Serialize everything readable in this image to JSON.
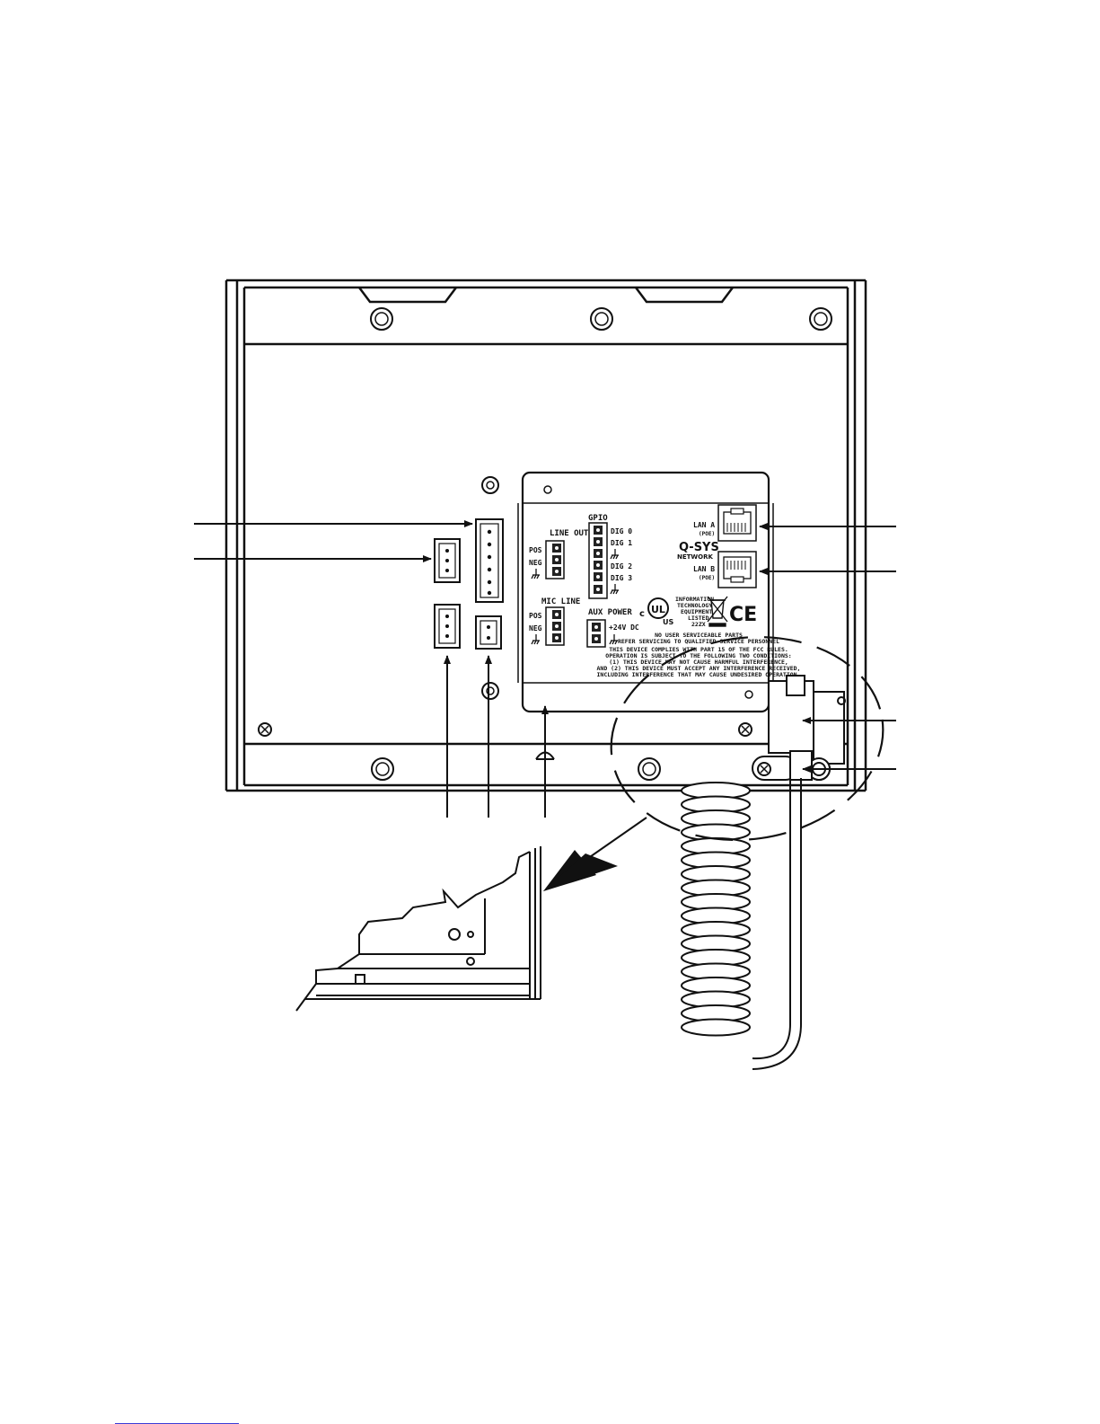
{
  "panel": {
    "line_out": "LINE OUT",
    "line_out_pins": [
      "POS",
      "NEG"
    ],
    "mic_line": "MIC LINE",
    "mic_line_pins": [
      "POS",
      "NEG"
    ],
    "gpio": "GPIO",
    "gpio_pins": [
      "DIG 0",
      "DIG 1",
      "DIG 2",
      "DIG 3"
    ],
    "aux_power": "AUX POWER",
    "aux_voltage": "+24V DC",
    "lan_a": "LAN A",
    "lan_b": "LAN B",
    "poe": "(POE)",
    "brand": "Q-SYS",
    "brand_sub": "NETWORK",
    "cert_lines": [
      "INFORMATION",
      "TECHNOLOGY",
      "EQUIPMENT",
      "LISTED",
      "22ZX"
    ],
    "ul_c": "c",
    "ul_mark": "UL",
    "ul_us": "US",
    "ce_mark": "CE",
    "notice": [
      "NO USER SERVICEABLE PARTS",
      "REFER SERVICING TO QUALIFIED SERVICE PERSONNEL",
      "THIS DEVICE COMPLIES WITH PART 15 OF THE FCC RULES.",
      "OPERATION IS SUBJECT TO THE FOLLOWING TWO CONDITIONS:",
      "(1) THIS DEVICE MAY NOT CAUSE HARMFUL INTERFERENCE,",
      "AND (2) THIS DEVICE MUST ACCEPT ANY INTERFERENCE RECEIVED,",
      "INCLUDING INTERFERENCE THAT MAY CAUSE UNDESIRED OPERATION."
    ]
  },
  "colors": {
    "line": "#111111",
    "background": "#ffffff",
    "link_underline": "#3b3bd6"
  }
}
